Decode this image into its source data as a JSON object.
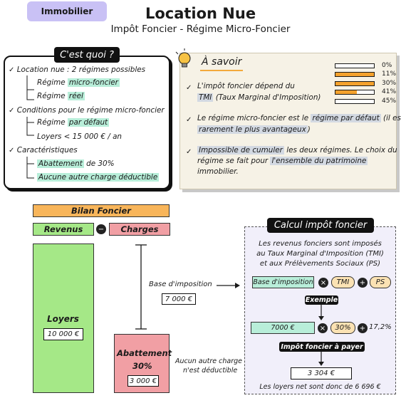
{
  "header": {
    "tag": "Immobilier",
    "title": "Location Nue",
    "subtitle": "Impôt Foncier - Régime Micro-Foncier"
  },
  "cest_quoi": {
    "title": "C'est quoi ?",
    "l1": "Location nue : 2 régimes possibles",
    "l1a_pre": "Régime ",
    "l1a_hl": "micro-foncier",
    "l1b_pre": "Régime ",
    "l1b_hl": "réel",
    "l2": "Conditions pour le régime micro-foncier",
    "l2a_pre": "Régime ",
    "l2a_hl": "par défaut",
    "l2b": "Loyers < 15 000 € / an",
    "l3": "Caractéristiques",
    "l3a_hl": "Abattement",
    "l3a_post": " de 30%",
    "l3b_hl": "Aucune autre charge déductible"
  },
  "a_savoir": {
    "title": "À savoir",
    "p1a": "L'impôt foncier dépend du",
    "p1b_hl": "TMI",
    "p1b_post": " (Taux Marginal d'Imposition)",
    "p2_pre": "Le régime micro-foncier est le ",
    "p2_hl1": "régime par défaut",
    "p2_mid": " (il est",
    "p2_hl2": "rarement le plus avantageux",
    "p2_post": ")",
    "p3_hl1": "Impossible de cumuler",
    "p3_mid": " les deux régimes. Le choix du",
    "p3_pre2": "régime se fait pour ",
    "p3_hl2": "l'ensemble du patrimoine",
    "p3_post": "immobilier.",
    "brackets": [
      {
        "label": "0%",
        "fill": 0.0
      },
      {
        "label": "11%",
        "fill": 1.0
      },
      {
        "label": "30%",
        "fill": 1.0
      },
      {
        "label": "41%",
        "fill": 0.55
      },
      {
        "label": "45%",
        "fill": 0.0
      }
    ]
  },
  "bilan": {
    "title": "Bilan Foncier",
    "revenus": "Revenus",
    "minus": "−",
    "charges": "Charges",
    "loyers_label": "Loyers",
    "loyers_value": "10 000 €",
    "abattement_label": "Abattement",
    "abattement_pct": "30%",
    "abattement_value": "3 000 €",
    "base_label": "Base d'imposition",
    "base_value": "7 000 €",
    "note_1": "Aucun autre charge",
    "note_2": "n'est déductible"
  },
  "calcul": {
    "title": "Calcul impôt foncier",
    "desc1": "Les revenus fonciers sont imposés",
    "desc2": "au Taux Marginal d'Imposition (TMI)",
    "desc3": "et aux Prélèvements Sociaux (PS)",
    "base": "Base d'imposition",
    "times": "×",
    "tmi": "TMI",
    "plus": "+",
    "ps": "PS",
    "exemple": "Exemple",
    "ex_value": "7000 €",
    "ex_tmi": "30%",
    "ex_ps": "17,2%",
    "impot_label": "Impôt foncier à payer",
    "impot_value": "3 304 €",
    "net": "Les loyers net sont donc de 6 696 €"
  },
  "colors": {
    "purple": "#c9c1f5",
    "green": "#a5e887",
    "pink": "#f19fa4",
    "orange": "#f5a22d",
    "teal": "#b8eed9"
  }
}
